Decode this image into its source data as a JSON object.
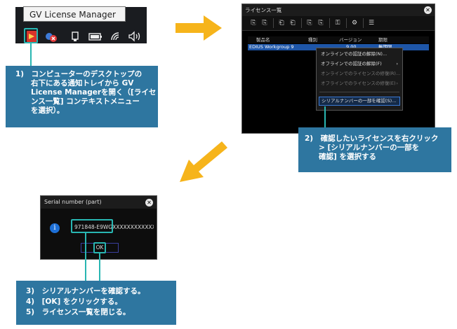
{
  "taskbar": {
    "tooltip": "GV License Manager",
    "icons": [
      "gv-license-icon",
      "network-error-icon",
      "usb-icon",
      "battery-icon",
      "wifi-icon",
      "volume-icon"
    ]
  },
  "step1": {
    "lines": [
      "1)　コンピューターのデスクトップの",
      "右下にある通知トレイから GV",
      "License Managerを開く（[ライセ",
      "ンス一覧] コンテキストメニュー",
      "を選択）。"
    ]
  },
  "license_window": {
    "title": "ライセンス一覧",
    "columns": [
      "製品名",
      "種別",
      "バージョン",
      "期限"
    ],
    "row": {
      "product": "EDIUS Workgroup 9",
      "type": "",
      "version": "9.00",
      "expiry": "無期限"
    },
    "context_menu": [
      {
        "label": "オンラインでの認証の解除(N)...",
        "disabled": false,
        "submenu": false
      },
      {
        "label": "オフラインでの認証の解除(F)",
        "disabled": false,
        "submenu": true
      },
      {
        "label": "オンラインでのライセンスの修復(R)...",
        "disabled": true,
        "submenu": false
      },
      {
        "label": "オフラインでのライセンスの修復(E)",
        "disabled": true,
        "submenu": true
      },
      {
        "label": "シリアルナンバーの一部を確認(S)...",
        "disabled": false,
        "submenu": false
      }
    ]
  },
  "step2": {
    "lines": [
      "2)　確認したいライセンスを右クリック",
      "> [シリアルナンバーの一部を",
      "確認] を選択する"
    ]
  },
  "serial_window": {
    "title": "Serial number (part)",
    "serial": "971848-E9WGXXXXXXXXXXXX",
    "ok_label": "OK"
  },
  "step3": {
    "lines": [
      "3)　シリアルナンバーを確認する。",
      "4)　[OK] をクリックする。",
      "5)　ライセンス一覧を閉じる。"
    ]
  },
  "colors": {
    "callout": "#2e76a0",
    "arrow": "#f6b41b",
    "highlight": "#29b6b2",
    "selection": "#1e56a8"
  }
}
